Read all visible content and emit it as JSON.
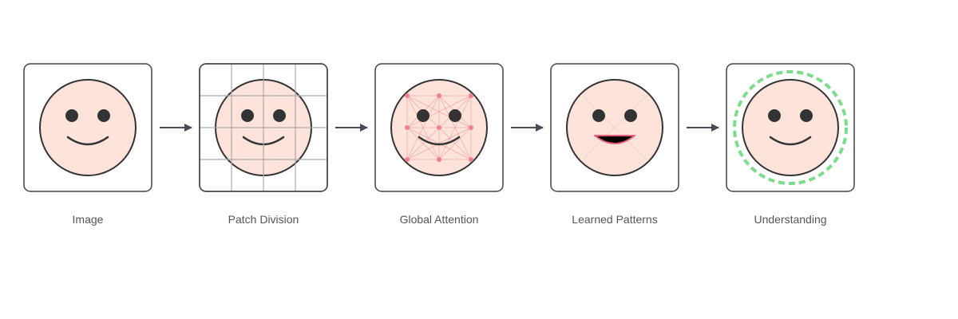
{
  "steps": [
    {
      "label": "Image",
      "icon": "smiley-face-icon"
    },
    {
      "label": "Patch Division",
      "icon": "grid-patches-icon"
    },
    {
      "label": "Global Attention",
      "icon": "attention-network-icon"
    },
    {
      "label": "Learned Patterns",
      "icon": "open-smile-icon"
    },
    {
      "label": "Understanding",
      "icon": "recognized-face-icon"
    }
  ],
  "colors": {
    "frame": "#444444",
    "face_fill": "#fde3d9",
    "face_stroke": "#333333",
    "grid": "#aaaaaa",
    "attention": "#f08090",
    "mouth_open": "#000000",
    "mouth_outline": "#e8607a",
    "halo": "#7ddc8c",
    "arrow": "#444b55"
  }
}
